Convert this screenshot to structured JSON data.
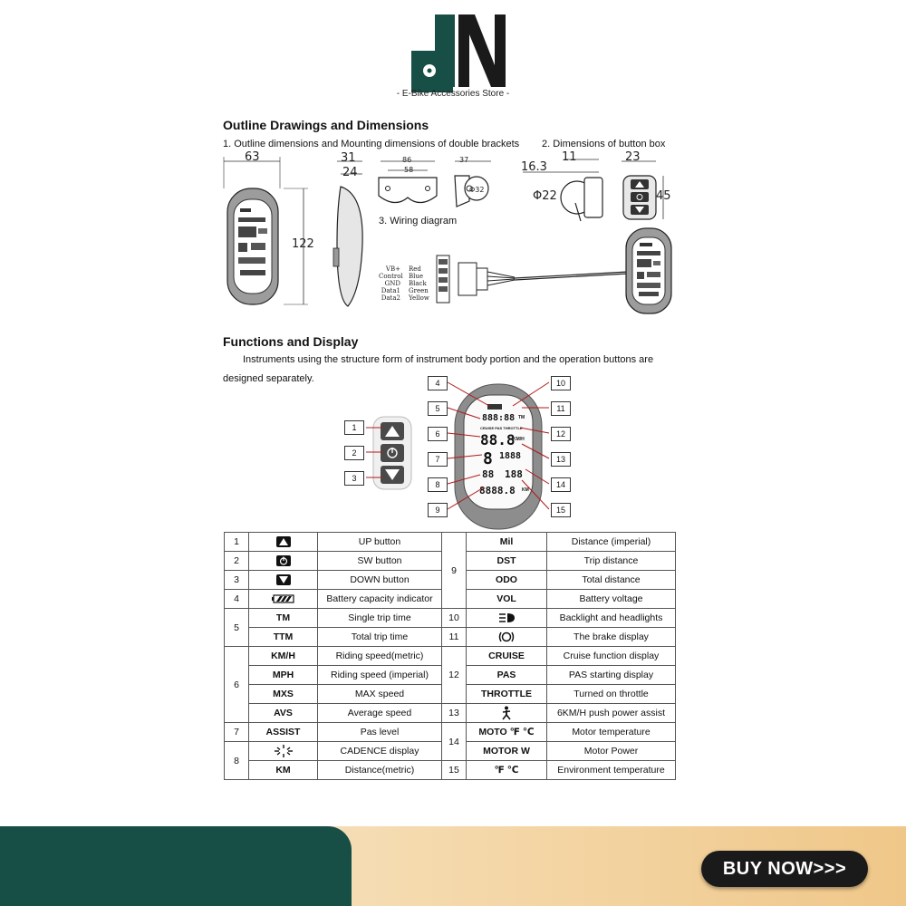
{
  "brand": {
    "tagline": "- E-Bike Accessories Store -"
  },
  "outline": {
    "title": "Outline Drawings and Dimensions",
    "caption1": "1. Outline dimensions and Mounting dimensions of double brackets",
    "caption2": "2. Dimensions of button box",
    "caption3": "3. Wiring diagram",
    "dims": {
      "width": "63",
      "height": "122",
      "depth1": "31",
      "depth2": "24",
      "bracket_outer": "86",
      "bracket_inner": "58",
      "bracket_depth": "37",
      "bore": "Φ32",
      "box_a": "11",
      "box_b": "16.3",
      "box_bar": "Φ22",
      "box_w": "23",
      "box_h": "45"
    },
    "wiring": [
      {
        "signal": "VB+",
        "color": "Red"
      },
      {
        "signal": "Control",
        "color": "Blue"
      },
      {
        "signal": "GND",
        "color": "Black"
      },
      {
        "signal": "Data1",
        "color": "Green"
      },
      {
        "signal": "Data2",
        "color": "Yellow"
      }
    ]
  },
  "functions": {
    "title": "Functions and Display",
    "desc_line1": "Instruments using the structure form of instrument body portion and the operation buttons are",
    "desc_line2": "designed separately.",
    "callouts": [
      "1",
      "2",
      "3",
      "4",
      "5",
      "6",
      "7",
      "8",
      "9",
      "10",
      "11",
      "12",
      "13",
      "14",
      "15"
    ],
    "lcd": {
      "r1": "888:88",
      "r1u": "TM",
      "r2": "CRUISE PAS THROTTLE",
      "r3": "88.8",
      "r3u": "KM/H",
      "r4": "8",
      "r4b": "1888",
      "r5": "88",
      "r5b": "188",
      "r6": "8888.8",
      "r6u": "KM"
    }
  },
  "table": {
    "rows": [
      {
        "no": "1",
        "name": "UP button",
        "no2": "9",
        "item2": "Mil",
        "name2": "Distance (imperial)"
      },
      {
        "no": "2",
        "name": "SW button",
        "item2": "DST",
        "name2": "Trip distance"
      },
      {
        "no": "3",
        "name": "DOWN button",
        "item2": "ODO",
        "name2": "Total distance"
      },
      {
        "no": "4",
        "name": "Battery capacity indicator",
        "item2": "VOL",
        "name2": "Battery voltage"
      },
      {
        "no": "5",
        "item": "TM",
        "name": "Single trip time",
        "no2": "10",
        "name2": "Backlight and headlights"
      },
      {
        "item": "TTM",
        "name": "Total trip time",
        "no2": "11",
        "name2": "The brake display"
      },
      {
        "no": "6",
        "item": "KM/H",
        "name": "Riding speed(metric)",
        "no2": "12",
        "item2": "CRUISE",
        "name2": "Cruise function display"
      },
      {
        "item": "MPH",
        "name": "Riding speed (imperial)",
        "item2": "PAS",
        "name2": "PAS starting display"
      },
      {
        "item": "MXS",
        "name": "MAX speed",
        "item2": "THROTTLE",
        "name2": "Turned on throttle"
      },
      {
        "item": "AVS",
        "name": "Average speed",
        "no2": "13",
        "name2": "6KM/H push power assist"
      },
      {
        "no": "7",
        "item": "ASSIST",
        "name": "Pas level",
        "no2": "14",
        "item2": "MOTO ℉ ℃",
        "name2": "Motor temperature"
      },
      {
        "no": "8",
        "name": "CADENCE display",
        "item2": "MOTOR W",
        "name2": "Motor Power"
      },
      {
        "item": "KM",
        "name": "Distance(metric)",
        "no2": "15",
        "item2": "℉ ℃",
        "name2": "Environment temperature"
      }
    ]
  },
  "cta": {
    "label": "BUY NOW>>>"
  }
}
